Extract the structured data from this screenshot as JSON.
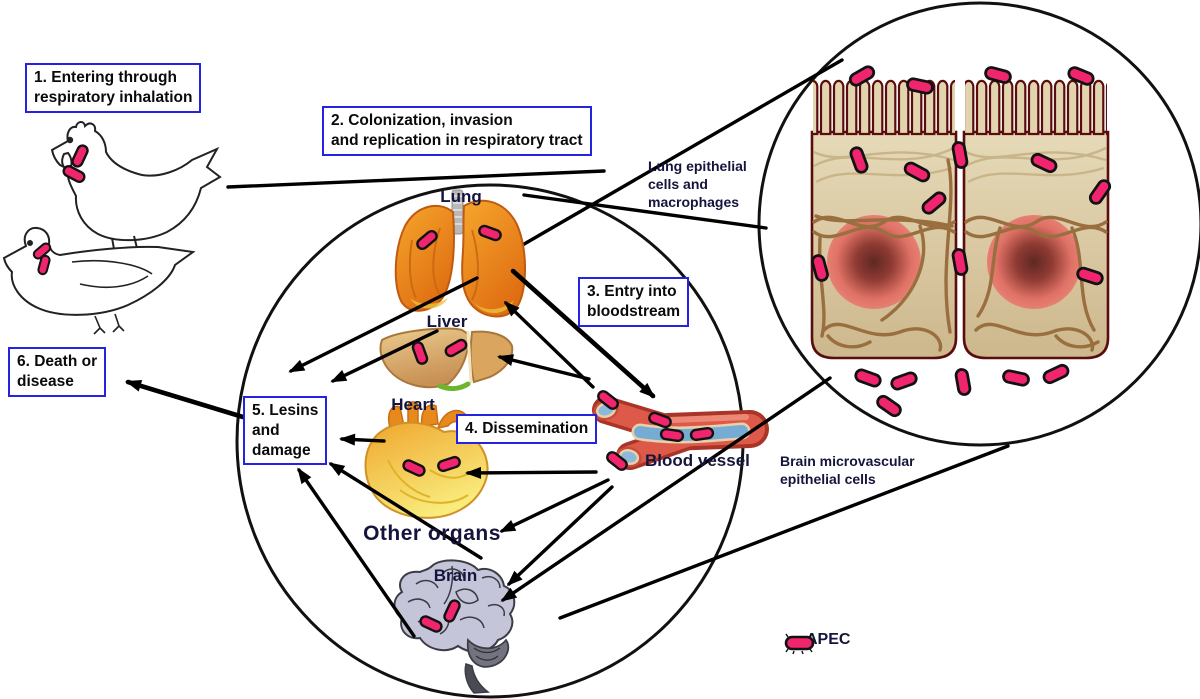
{
  "boxes": {
    "step1": {
      "lines": [
        "1. Entering through",
        "respiratory inhalation"
      ]
    },
    "step2": {
      "lines": [
        "2. Colonization, invasion",
        "and replication in respiratory tract"
      ]
    },
    "step3": {
      "lines": [
        "3. Entry into",
        "bloodstream"
      ]
    },
    "step4": {
      "lines": [
        "4. Dissemination"
      ]
    },
    "step5": {
      "lines": [
        "5. Lesins",
        "and",
        "damage"
      ]
    },
    "step6": {
      "lines": [
        "6. Death or",
        "disease"
      ]
    }
  },
  "organs": {
    "lung": "Lung",
    "liver": "Liver",
    "heart": "Heart",
    "other_organs": "Other organs",
    "brain": "Brain",
    "blood_vessel": "Blood vessel"
  },
  "annotations": {
    "lung_cells": {
      "lines": [
        "Lung epithelial",
        " cells and",
        "macrophages"
      ]
    },
    "brain_cells": {
      "lines": [
        "Brain microvascular",
        "epithelial cells"
      ]
    }
  },
  "legend": {
    "label": "APEC"
  },
  "colors": {
    "box_border": "#2323E0",
    "bacteria_fill": "#F1256D",
    "bacteria_outline": "#121212",
    "line_black": "#000000",
    "lung_orange": "#E8861A",
    "liver_tan": "#D2A05C",
    "heart_yellow": "#F5D94A",
    "brain_gray": "#C5C5D9",
    "vessel_red": "#D9493E",
    "lumen_blue": "#76ACD4",
    "cell_fill": "#DCCD9F",
    "cell_outline": "#5A0D0D",
    "nucleus_salmon": "#DF7165",
    "fiber_brown": "#9A6F3F"
  }
}
